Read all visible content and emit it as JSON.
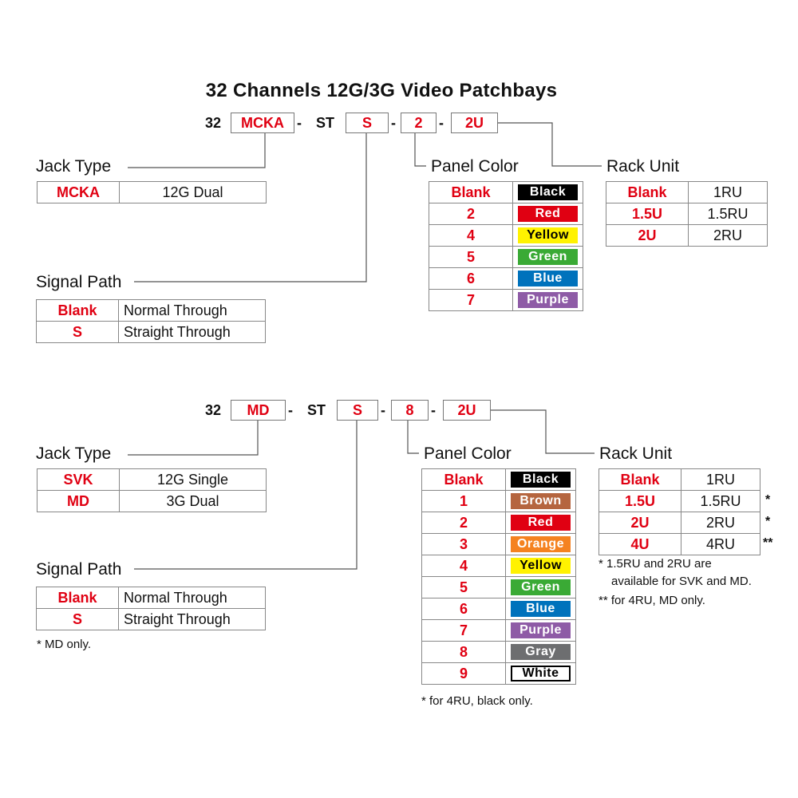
{
  "title": "32 Channels 12G/3G Video Patchbays",
  "colors": {
    "code_red": "#e00012"
  },
  "sec1": {
    "part": {
      "p1": "32",
      "jack": "MCKA",
      "dash1": "-",
      "st": "ST",
      "path": "S",
      "dash2": "-",
      "color": "2",
      "dash3": "-",
      "rack": "2U"
    },
    "jack_label": "Jack Type",
    "jack_rows": [
      {
        "code": "MCKA",
        "value": "12G Dual"
      }
    ],
    "signal_label": "Signal Path",
    "signal_rows": [
      {
        "code": "Blank",
        "value": "Normal Through"
      },
      {
        "code": "S",
        "value": "Straight Through"
      }
    ],
    "panel_label": "Panel Color",
    "panel_rows": [
      {
        "code": "Blank",
        "name": "Black",
        "color": "#000000"
      },
      {
        "code": "2",
        "name": "Red",
        "color": "#e00012"
      },
      {
        "code": "4",
        "name": "Yellow",
        "color": "#fff200"
      },
      {
        "code": "5",
        "name": "Green",
        "color": "#3aaa35"
      },
      {
        "code": "6",
        "name": "Blue",
        "color": "#0072bc"
      },
      {
        "code": "7",
        "name": "Purple",
        "color": "#8e5ba6"
      }
    ],
    "rack_label": "Rack Unit",
    "rack_rows": [
      {
        "code": "Blank",
        "value": "1RU"
      },
      {
        "code": "1.5U",
        "value": "1.5RU"
      },
      {
        "code": "2U",
        "value": "2RU"
      }
    ]
  },
  "sec2": {
    "part": {
      "p1": "32",
      "jack": "MD",
      "dash1": "-",
      "st": "ST",
      "path": "S",
      "dash2": "-",
      "color": "8",
      "dash3": "-",
      "rack": "2U"
    },
    "jack_label": "Jack Type",
    "jack_rows": [
      {
        "code": "SVK",
        "value": "12G Single"
      },
      {
        "code": "MD",
        "value": "3G Dual"
      }
    ],
    "signal_label": "Signal Path",
    "signal_rows": [
      {
        "code": "Blank",
        "value": "Normal Through"
      },
      {
        "code": "S",
        "value": "Straight Through"
      }
    ],
    "signal_note": "* MD only.",
    "panel_label": "Panel Color",
    "panel_rows": [
      {
        "code": "Blank",
        "name": "Black",
        "color": "#000000"
      },
      {
        "code": "1",
        "name": "Brown",
        "color": "#b5653f"
      },
      {
        "code": "2",
        "name": "Red",
        "color": "#e00012"
      },
      {
        "code": "3",
        "name": "Orange",
        "color": "#f58220"
      },
      {
        "code": "4",
        "name": "Yellow",
        "color": "#fff200"
      },
      {
        "code": "5",
        "name": "Green",
        "color": "#3aaa35"
      },
      {
        "code": "6",
        "name": "Blue",
        "color": "#0072bc"
      },
      {
        "code": "7",
        "name": "Purple",
        "color": "#8e5ba6"
      },
      {
        "code": "8",
        "name": "Gray",
        "color": "#6d6e70"
      },
      {
        "code": "9",
        "name": "White",
        "color": "#ffffff"
      }
    ],
    "panel_note": "* for 4RU, black only.",
    "rack_label": "Rack Unit",
    "rack_rows": [
      {
        "code": "Blank",
        "value": "1RU",
        "mark": ""
      },
      {
        "code": "1.5U",
        "value": "1.5RU",
        "mark": "*"
      },
      {
        "code": "2U",
        "value": "2RU",
        "mark": "*"
      },
      {
        "code": "4U",
        "value": "4RU",
        "mark": "**"
      }
    ],
    "rack_note1": "* 1.5RU and 2RU are",
    "rack_note2": "available for SVK and MD.",
    "rack_note3": "** for 4RU, MD only."
  }
}
